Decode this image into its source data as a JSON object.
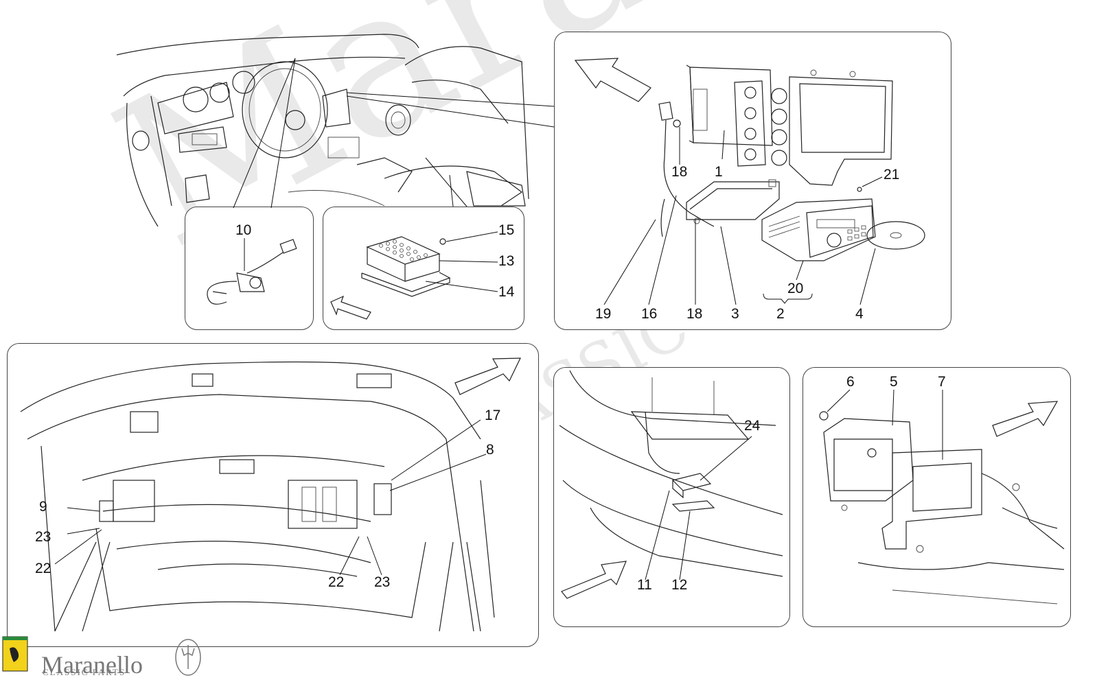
{
  "brand": {
    "name": "Maranello",
    "subtitle": "CLASSIC PARTS",
    "watermark_text": "Maranello",
    "watermark_sub": "CLASSIC PARTS"
  },
  "callouts": {
    "p1": [
      "10"
    ],
    "p2": [
      "15",
      "13",
      "14"
    ],
    "p3": [
      "18",
      "1",
      "21",
      "19",
      "16",
      "18",
      "3",
      "20",
      "2",
      "4"
    ],
    "p4": [
      "17",
      "8",
      "9",
      "23",
      "22",
      "22",
      "23"
    ],
    "p5": [
      "24",
      "11",
      "12"
    ],
    "p6": [
      "6",
      "5",
      "7"
    ]
  },
  "colors": {
    "line": "#222222",
    "panel_border": "#444444",
    "watermark": "#e9e9e9",
    "badge_yellow": "#f2d21a"
  },
  "icons": [
    "direction-arrow-icon",
    "ferrari-badge-icon",
    "maserati-trident-icon"
  ]
}
